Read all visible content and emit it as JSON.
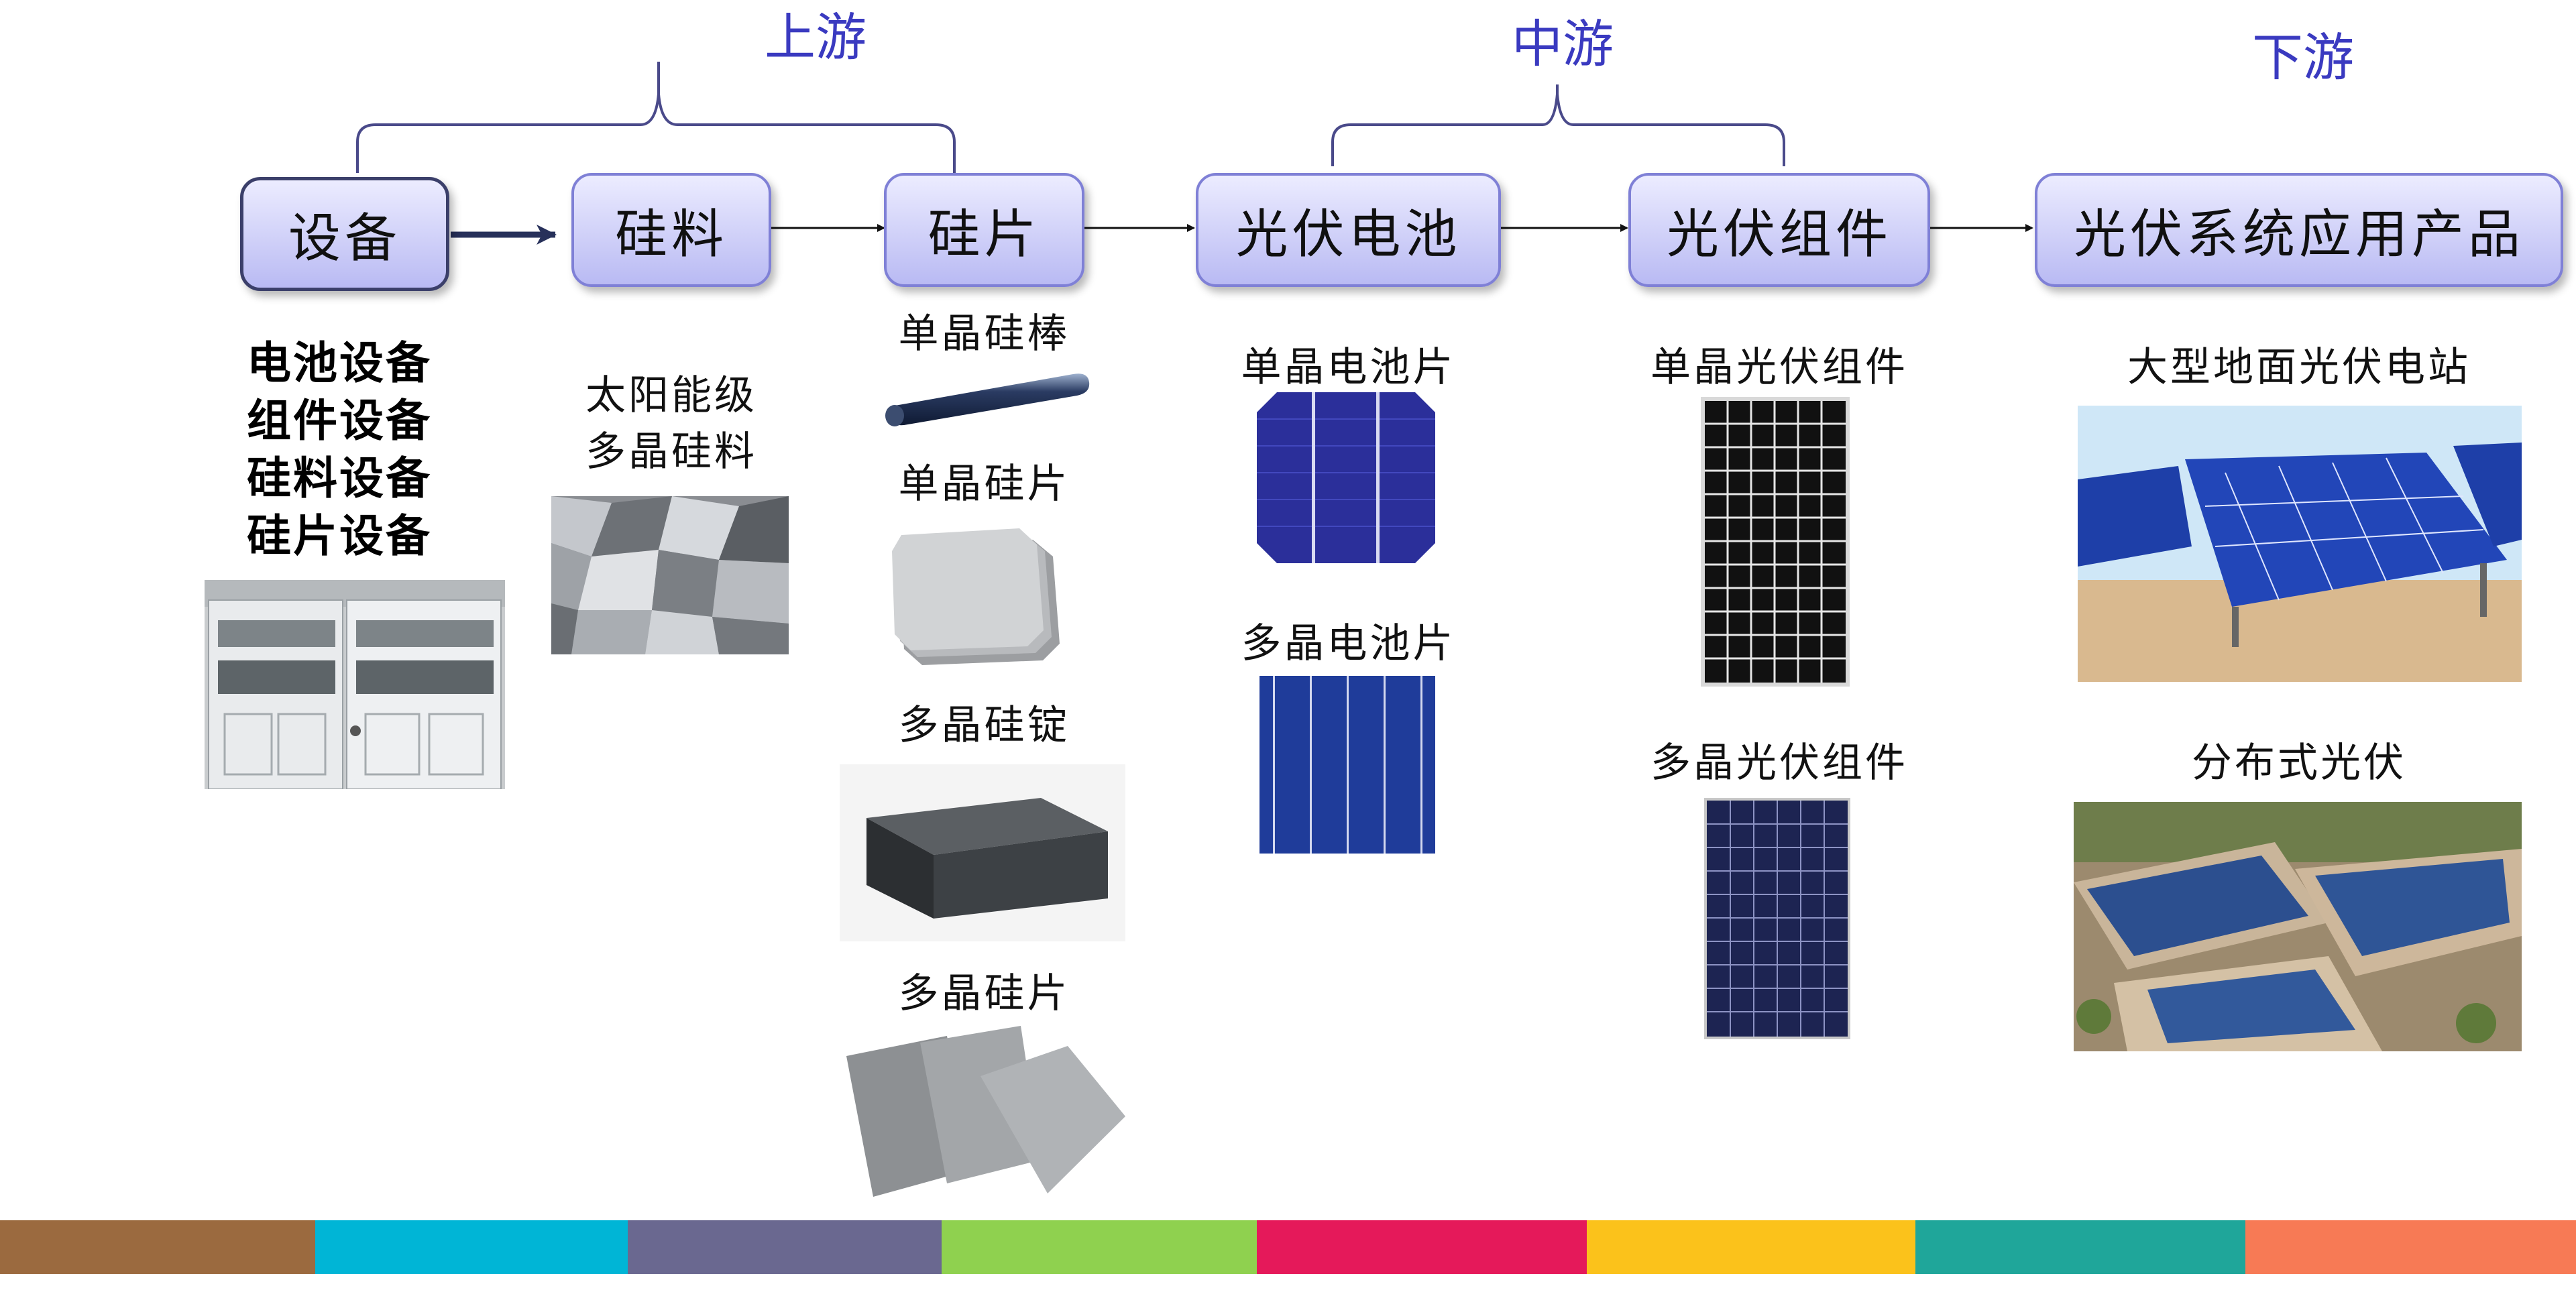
{
  "stages": {
    "upstream": "上游",
    "midstream": "中游",
    "downstream": "下游"
  },
  "nodes": {
    "equipment": "设备",
    "silicon_material": "硅料",
    "silicon_wafer": "硅片",
    "pv_cell": "光伏电池",
    "pv_module": "光伏组件",
    "pv_system": "光伏系统应用产品"
  },
  "equipment_list": [
    "电池设备",
    "组件设备",
    "硅料设备",
    "硅片设备"
  ],
  "silicon_material_label": [
    "太阳能级",
    "多晶硅料"
  ],
  "wafer_items": {
    "mono_rod": "单晶硅棒",
    "mono_wafer": "单晶硅片",
    "poly_ingot": "多晶硅锭",
    "poly_wafer": "多晶硅片"
  },
  "cell_items": {
    "mono_cell": "单晶电池片",
    "poly_cell": "多晶电池片"
  },
  "module_items": {
    "mono_module": "单晶光伏组件",
    "poly_module": "多晶光伏组件"
  },
  "system_items": {
    "ground_station": "大型地面光伏电站",
    "distributed": "分布式光伏"
  },
  "colors": {
    "stage_text": "#3a3ac0",
    "node_fill_top": "#ececff",
    "node_fill_bottom": "#b9baf3",
    "node_border": "#7f80d6",
    "footer_bars": [
      "#9b6a3f",
      "#00b5d6",
      "#6a6890",
      "#8fd14f",
      "#e5195a",
      "#fbc21b",
      "#1fa69a",
      "#f77a55"
    ]
  }
}
